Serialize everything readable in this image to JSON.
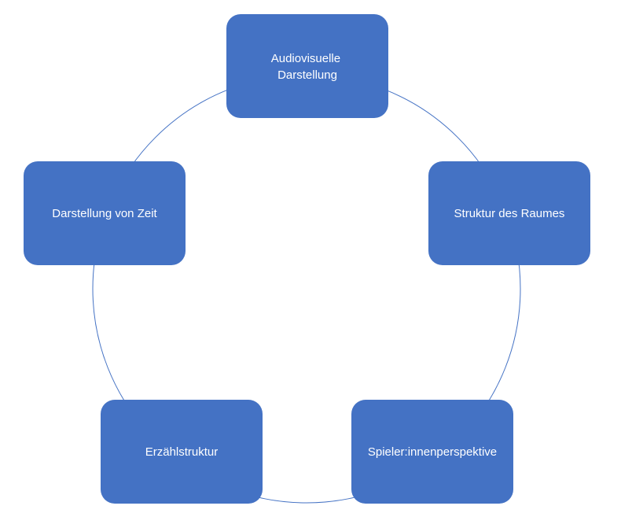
{
  "diagram": {
    "nodes": [
      {
        "id": "audiovisuelle-darstellung",
        "lines": [
          "Audiovisuelle",
          "Darstellung"
        ]
      },
      {
        "id": "struktur-des-raumes",
        "lines": [
          "Struktur des Raumes"
        ]
      },
      {
        "id": "spieler-innenperspektive",
        "lines": [
          "Spieler:innenperspektive"
        ]
      },
      {
        "id": "erzaehlstruktur",
        "lines": [
          "Erzählstruktur"
        ]
      },
      {
        "id": "darstellung-von-zeit",
        "lines": [
          "Darstellung von Zeit"
        ]
      }
    ],
    "colors": {
      "node_fill": "#4472C4",
      "node_text": "#FFFFFF",
      "connector": "#4472C4"
    }
  }
}
